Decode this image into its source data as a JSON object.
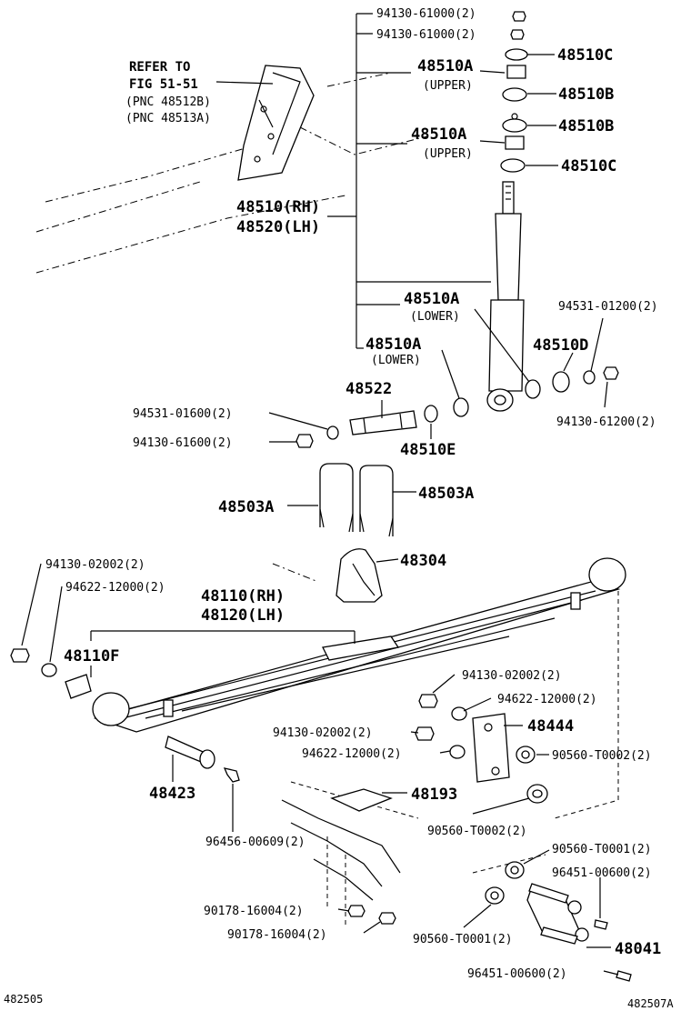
{
  "labels": {
    "p94130_61000_a": "94130-61000(2)",
    "p94130_61000_b": "94130-61000(2)",
    "p48510c_top": "48510C",
    "p48510a_upper1": "48510A",
    "upper1": "(UPPER)",
    "p48510b_1": "48510B",
    "p48510b_2": "48510B",
    "p48510a_upper2": "48510A",
    "upper2": "(UPPER)",
    "p48510c_2": "48510C",
    "p48510_rh": "48510(RH)",
    "p48520_lh": "48520(LH)",
    "p48510a_lower1": "48510A",
    "lower1": "(LOWER)",
    "p48510a_lower2": "48510A",
    "lower2": "(LOWER)",
    "p94531_01200": "94531-01200(2)",
    "p48510d": "48510D",
    "p94130_61200": "94130-61200(2)",
    "p48522": "48522",
    "p94531_01600": "94531-01600(2)",
    "p94130_61600": "94130-61600(2)",
    "p48510e": "48510E",
    "p48503a_left": "48503A",
    "p48503a_right": "48503A",
    "p48304": "48304",
    "p94130_02002_top": "94130-02002(2)",
    "p94622_12000_top": "94622-12000(2)",
    "p48110_rh": "48110(RH)",
    "p48120_lh": "48120(LH)",
    "p48110f": "48110F",
    "p94130_02002_r1": "94130-02002(2)",
    "p94622_12000_r1": "94622-12000(2)",
    "p48444": "48444",
    "p94130_02002_r2": "94130-02002(2)",
    "p94622_12000_r2": "94622-12000(2)",
    "p90560_t0002_a": "90560-T0002(2)",
    "p48423": "48423",
    "p48193": "48193",
    "p90560_t0002_b": "90560-T0002(2)",
    "p96456_00609": "96456-00609(2)",
    "p90560_t0001_a": "90560-T0001(2)",
    "p96451_00600_a": "96451-00600(2)",
    "p90178_16004_a": "90178-16004(2)",
    "p90178_16004_b": "90178-16004(2)",
    "p90560_t0001_b": "90560-T0001(2)",
    "p48041": "48041",
    "p96451_00600_b": "96451-00600(2)"
  },
  "refer": {
    "line1": "REFER TO",
    "line2": "FIG 51-51",
    "line3": "(PNC 48512B)",
    "line4": "(PNC 48513A)"
  },
  "corners": {
    "left": "482505",
    "right": "482507A"
  }
}
